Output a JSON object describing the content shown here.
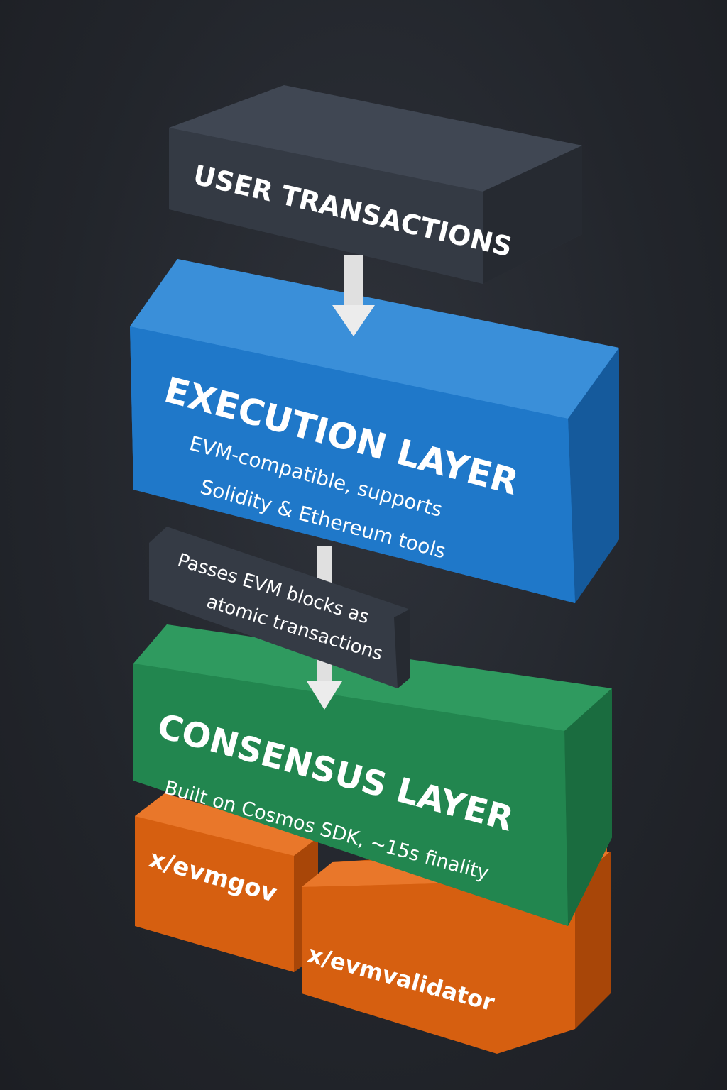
{
  "colors": {
    "background": "#25282e",
    "user": "#343a44",
    "execution": "#1f78c9",
    "consensus": "#22864f",
    "module": "#d65f10",
    "arrow": "#e8e8e8"
  },
  "blocks": {
    "user_transactions": {
      "title": "USER TRANSACTIONS"
    },
    "execution": {
      "title": "EXECUTION LAYER",
      "line1": "EVM-compatible, supports",
      "line2": "Solidity & Ethereum tools"
    },
    "bridge": {
      "line1": "Passes EVM blocks as",
      "line2": "atomic transactions"
    },
    "consensus": {
      "title": "CONSENSUS LAYER",
      "line1": "Built on Cosmos SDK, ~15s finality"
    },
    "module_gov": {
      "title": "x/evmgov"
    },
    "module_validator": {
      "title": "x/evmvalidator"
    }
  }
}
